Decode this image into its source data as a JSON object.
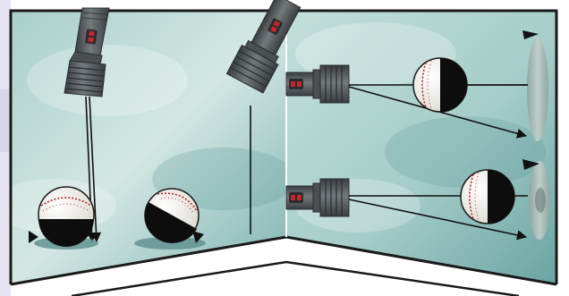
{
  "figure": {
    "caption_partial": "",
    "colors": {
      "wall_light": "#c7e0dc",
      "wall_dark": "#6fa6a5",
      "frame": "#1a1a1a",
      "floor": "#ffffff",
      "flashlight_body": "#555a5e",
      "flashlight_grip": "#3e4245",
      "flashlight_switch": "#c0282b",
      "ball_white": "#f4f2ee",
      "ball_shadow": "#0d0d0d",
      "ball_stitch": "#b02a2a",
      "screen": "#a9b8b4"
    },
    "panels": [
      {
        "name": "left-panel-vertical-light",
        "scenes": [
          "ball-lit-from-above",
          "ball-lit-from-angle"
        ]
      },
      {
        "name": "right-panel-horizontal-light",
        "scenes": [
          "ball-half-lit-upper",
          "ball-half-lit-lower"
        ]
      }
    ],
    "icons": [
      "flashlight-icon",
      "baseball-icon",
      "light-ray-arrow-icon",
      "projection-screen-icon",
      "light-spot-icon"
    ]
  }
}
